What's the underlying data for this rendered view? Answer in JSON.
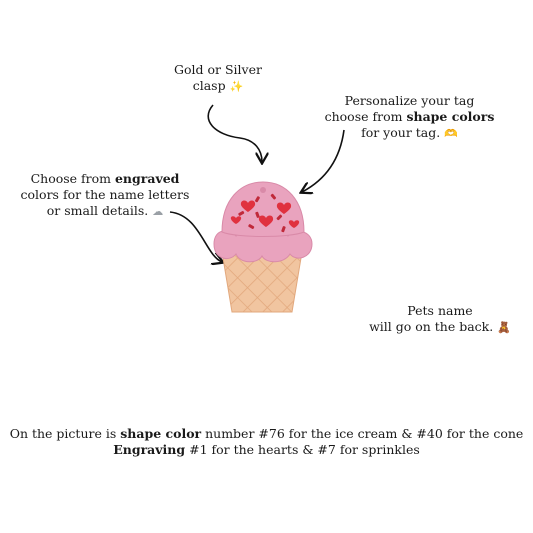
{
  "notes": {
    "clasp": {
      "line1": "Gold or Silver",
      "line2": "clasp",
      "icon": "✨"
    },
    "shape": {
      "line1": "Personalize your tag",
      "line2_pre": "choose from ",
      "line2_bold": "shape colors",
      "line3": "for your tag.",
      "icon": "🫶"
    },
    "engraved": {
      "line1_pre": "Choose from ",
      "line1_bold": "engraved",
      "line2": "colors for the name letters",
      "line3": "or small details.",
      "icon": "☁"
    },
    "pets": {
      "line1": "Pets name",
      "line2": "will go on the back.",
      "icon": "🧸"
    }
  },
  "caption": {
    "line1_pre": "On the picture is ",
    "line1_bold": "shape color",
    "line1_post": " number #76 for the ice cream & #40 for the cone",
    "line2_bold": "Engraving",
    "line2_post": " #1 for the hearts & #7 for sprinkles"
  },
  "colors": {
    "ice_cream": "#e9a3be",
    "ice_cream_dark": "#d98aa8",
    "heart": "#e0313f",
    "sprinkle": "#c0293a",
    "cone": "#f1c5a0",
    "cone_line": "#e2a87d"
  }
}
